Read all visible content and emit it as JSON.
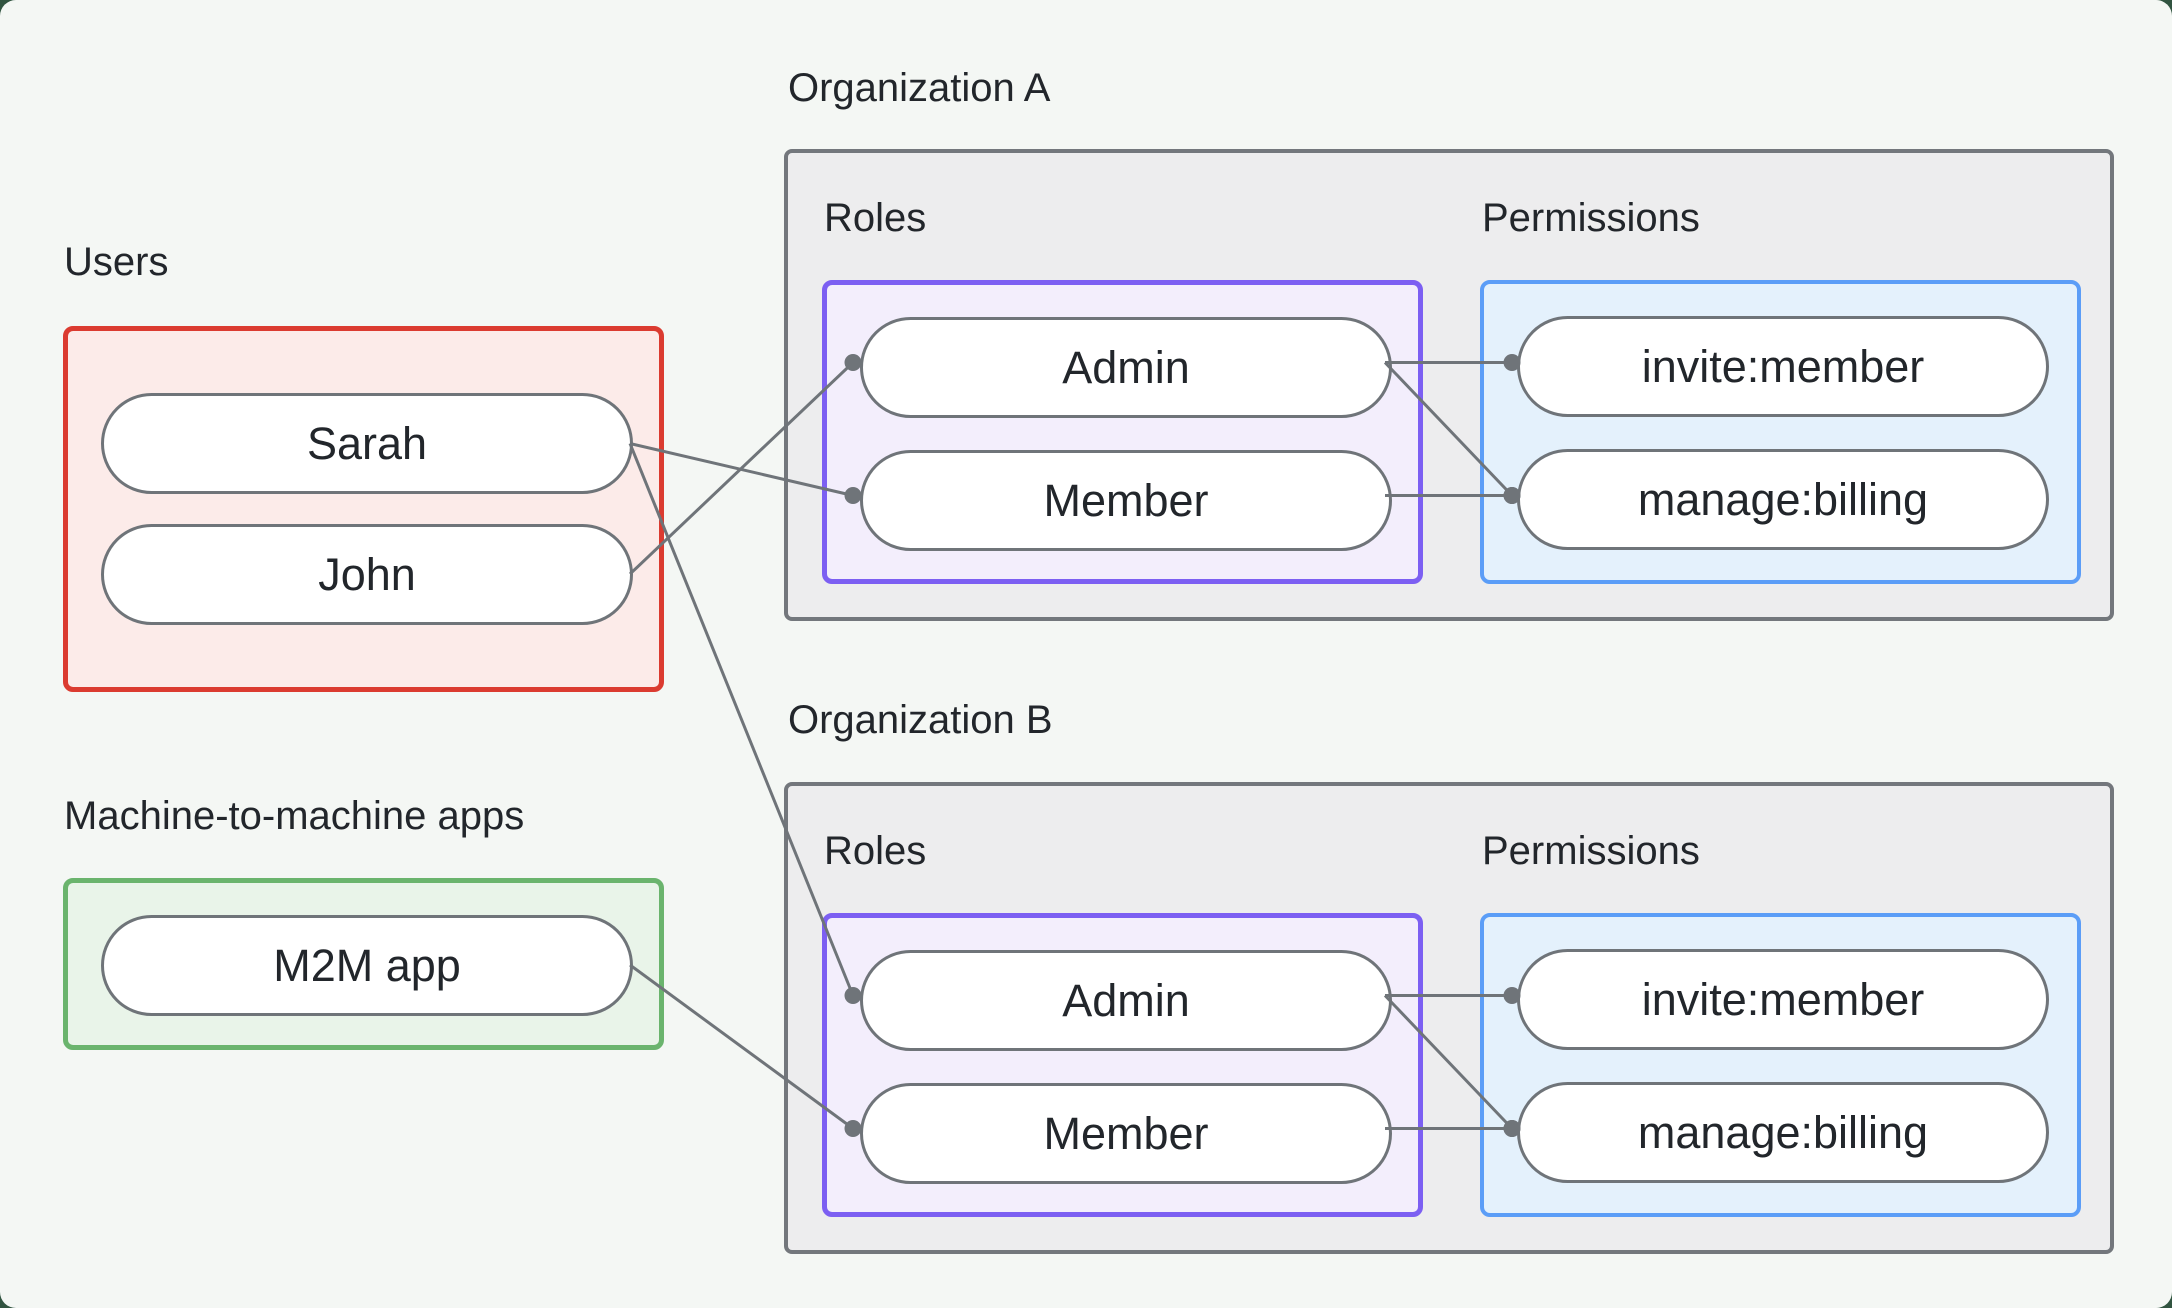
{
  "page": {
    "background": "#f4f7f4",
    "outer_background": "#315440"
  },
  "colors": {
    "connector": "#6f7479",
    "text": "#22262b",
    "users_border": "#db3b30",
    "users_fill": "#fcebe9",
    "m2m_border": "#6ab46d",
    "m2m_fill": "#e9f4e9",
    "org_border": "#73777c",
    "org_fill": "#ededee",
    "roles_border": "#7c5ff2",
    "roles_fill": "#f3eefc",
    "permissions_border": "#5b9df7",
    "permissions_fill": "#e4f1fc",
    "pill_border": "#6f7479",
    "pill_fill": "#ffffff"
  },
  "users": {
    "label": "Users",
    "items": [
      {
        "label": "Sarah"
      },
      {
        "label": "John"
      }
    ]
  },
  "m2m": {
    "label": "Machine-to-machine apps",
    "items": [
      {
        "label": "M2M app"
      }
    ]
  },
  "organizations": [
    {
      "title": "Organization A",
      "roles_label": "Roles",
      "permissions_label": "Permissions",
      "roles": [
        {
          "label": "Admin"
        },
        {
          "label": "Member"
        }
      ],
      "permissions": [
        {
          "label": "invite:member"
        },
        {
          "label": "manage:billing"
        }
      ]
    },
    {
      "title": "Organization B",
      "roles_label": "Roles",
      "permissions_label": "Permissions",
      "roles": [
        {
          "label": "Admin"
        },
        {
          "label": "Member"
        }
      ],
      "permissions": [
        {
          "label": "invite:member"
        },
        {
          "label": "manage:billing"
        }
      ]
    }
  ],
  "edges": [
    {
      "from": "user-sarah",
      "to": "orgA-role-member"
    },
    {
      "from": "user-john",
      "to": "orgA-role-admin"
    },
    {
      "from": "user-sarah",
      "to": "orgB-role-admin"
    },
    {
      "from": "m2m-app",
      "to": "orgB-role-member"
    },
    {
      "from": "orgA-role-admin",
      "to": "orgA-perm-invite"
    },
    {
      "from": "orgA-role-admin",
      "to": "orgA-perm-manage"
    },
    {
      "from": "orgA-role-member",
      "to": "orgA-perm-manage"
    },
    {
      "from": "orgB-role-admin",
      "to": "orgB-perm-invite"
    },
    {
      "from": "orgB-role-admin",
      "to": "orgB-perm-manage"
    },
    {
      "from": "orgB-role-member",
      "to": "orgB-perm-manage"
    }
  ]
}
